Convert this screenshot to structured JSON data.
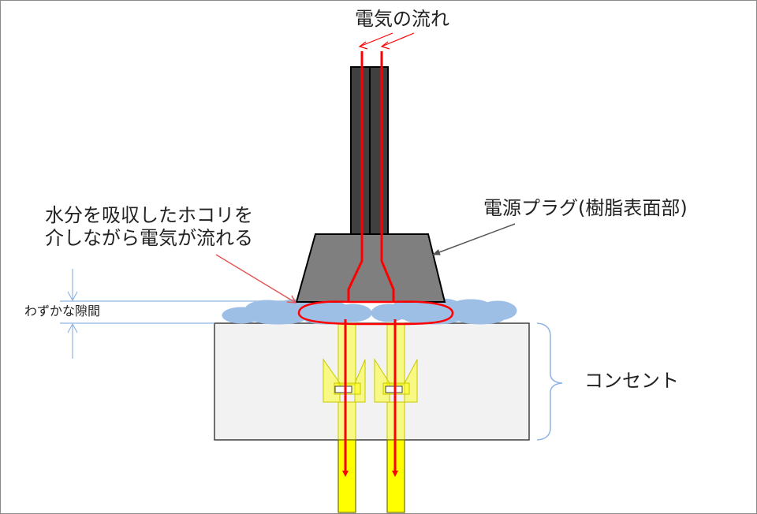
{
  "labels": {
    "electric_flow": "電気の流れ",
    "plug": "電源プラグ(樹脂表面部)",
    "dust_line1": "水分を吸収したホコリを",
    "dust_line2": "介しながら電気が流れる",
    "gap": "わずかな隙間",
    "outlet": "コンセント"
  },
  "colors": {
    "current": "#ff0000",
    "plug_body": "#7f7f7f",
    "prongs": "#404040",
    "dust": "#9dbfe6",
    "terminal": "#ffff00",
    "outlet_fill": "#f2f2f2",
    "guide": "#8fb4e3",
    "pointer": "#e35a5a"
  }
}
